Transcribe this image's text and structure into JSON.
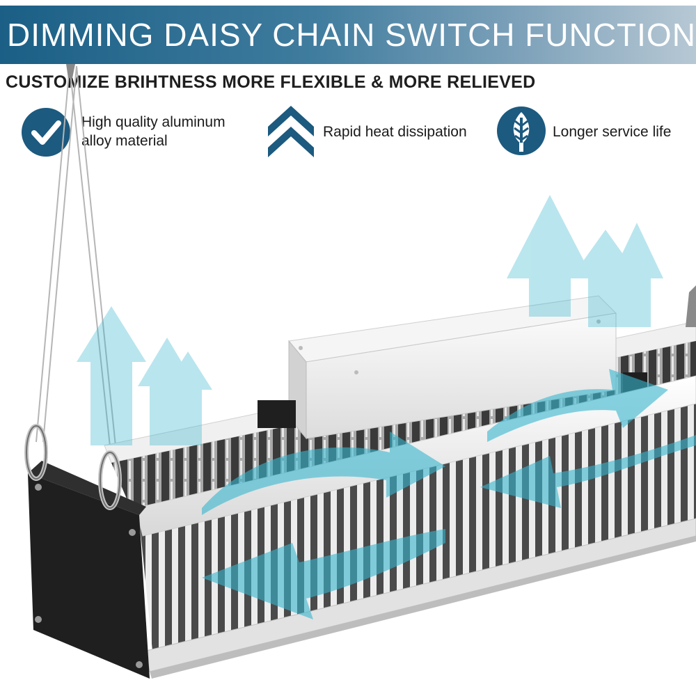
{
  "banner": {
    "title": "DIMMING DAISY CHAIN SWITCH FUNCTION",
    "background_colors": [
      "#1b5f86",
      "#b7c8d4"
    ]
  },
  "subtitle": "CUSTOMIZE BRIHTNESS MORE FLEXIBLE & MORE RELIEVED",
  "features": [
    {
      "icon": "checkmark-circle-icon",
      "line1": "High quality aluminum",
      "line2": "alloy material"
    },
    {
      "icon": "heat-dissipation-chevrons-icon",
      "line1": "Rapid heat dissipation"
    },
    {
      "icon": "tree-leaf-circle-icon",
      "line1": "Longer service life"
    }
  ],
  "colors": {
    "accent": "#1c5a7f",
    "airflow": "#38b6cf",
    "housing": "#1f1f1f",
    "rail": "#f4f4f4"
  }
}
